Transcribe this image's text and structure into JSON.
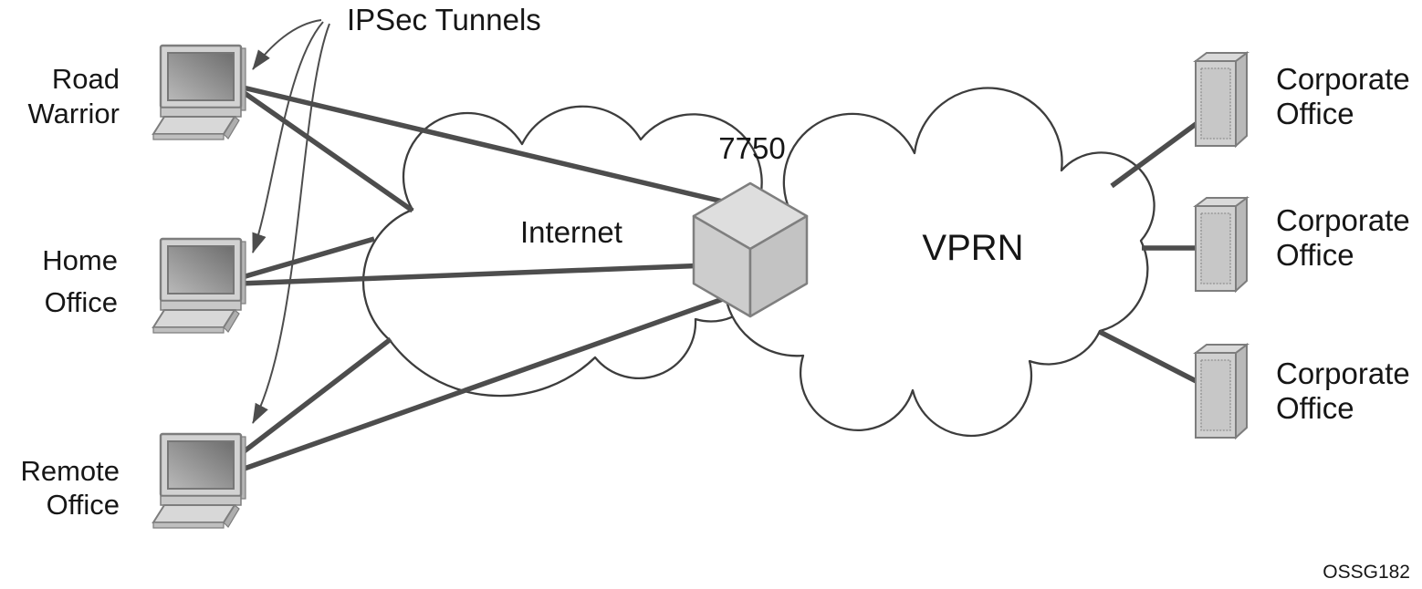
{
  "figure": {
    "ipsec_label": "IPSec Tunnels",
    "router": {
      "label": "7750"
    },
    "clouds": {
      "internet": "Internet",
      "vprn": "VPRN"
    },
    "clients": [
      {
        "id": "road-warrior",
        "line1": "Road",
        "line2": "Warrior"
      },
      {
        "id": "home-office",
        "line1": "Home",
        "line2": "Office"
      },
      {
        "id": "remote-office",
        "line1": "Remote",
        "line2": "Office"
      }
    ],
    "offices": [
      {
        "id": "corporate-office-1",
        "line1": "Corporate",
        "line2": "Office"
      },
      {
        "id": "corporate-office-2",
        "line1": "Corporate",
        "line2": "Office"
      },
      {
        "id": "corporate-office-3",
        "line1": "Corporate",
        "line2": "Office"
      }
    ],
    "watermark": "OSSG182",
    "colors": {
      "line": "#4d4d4d",
      "cloud_stroke": "#3d3d3d",
      "cloud_fill": "#ffffff",
      "device_fill": "#d2d2d2",
      "device_shade": "#b5b5b5",
      "cube_top": "#dedede",
      "cube_left": "#cdcdcd",
      "cube_right": "#c3c3c3",
      "text": "#161616",
      "background": "#ffffff"
    }
  }
}
